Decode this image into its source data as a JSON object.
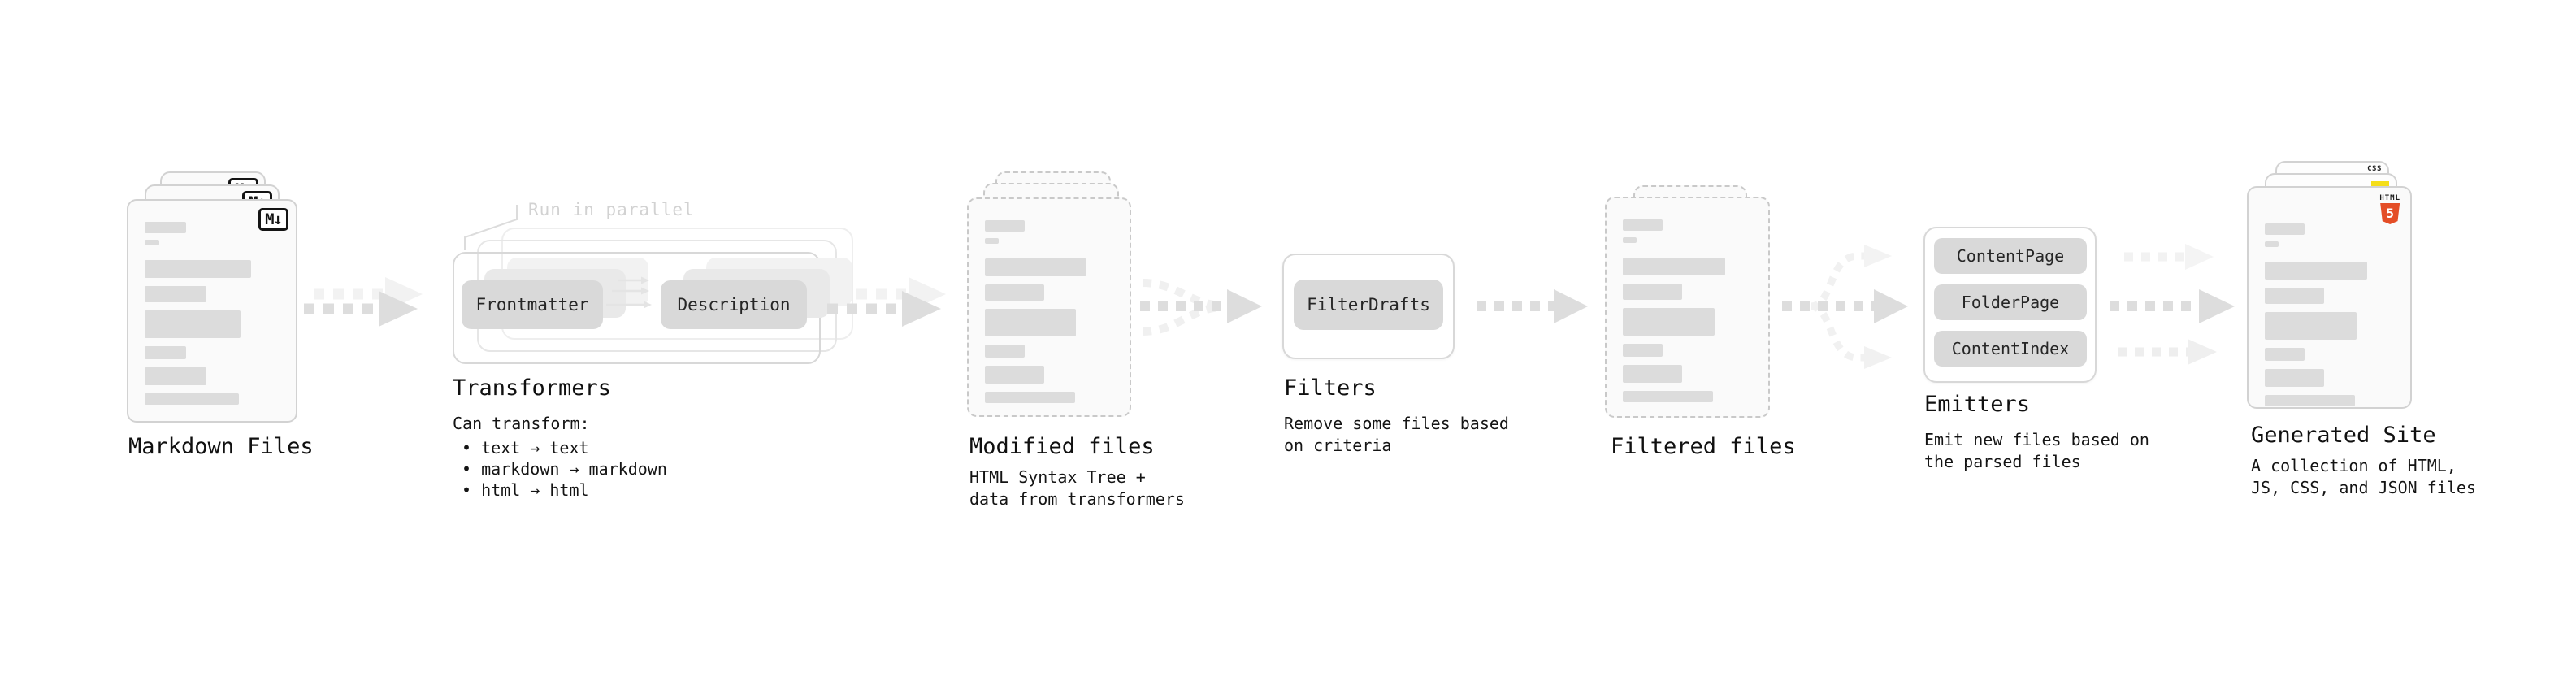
{
  "colors": {
    "card_bg": "#fafafa",
    "card_border": "#d2d2d2",
    "bar_gray": "#dcdcdc",
    "pill_gray": "#d9d9d9",
    "arrow_gray": "#dddddd",
    "arrow_light": "#f2f2f2",
    "annotation_gray": "#d2d2d2",
    "html5_orange": "#e44d26",
    "js_yellow": "#f5de19",
    "css_blue": "#2760e6"
  },
  "stages": {
    "markdown_files": {
      "label": "Markdown Files",
      "file_icon_text": "M↓"
    },
    "transformers": {
      "label": "Transformers",
      "annotation": "Run in parallel",
      "pill_left": "Frontmatter",
      "pill_right": "Description",
      "note_title": "Can transform:",
      "bullets": [
        "• text → text",
        "• markdown → markdown",
        "• html → html"
      ]
    },
    "modified_files": {
      "label": "Modified files",
      "note": "HTML Syntax Tree +\ndata from transformers"
    },
    "filters": {
      "label": "Filters",
      "pill": "FilterDrafts",
      "note": "Remove some files based\non criteria"
    },
    "filtered_files": {
      "label": "Filtered files"
    },
    "emitters": {
      "label": "Emitters",
      "pills": [
        "ContentPage",
        "FolderPage",
        "ContentIndex"
      ],
      "note": "Emit new files based on\nthe parsed files"
    },
    "generated_site": {
      "label": "Generated Site",
      "note": "A collection of HTML,\nJS, CSS, and JSON files",
      "badges": {
        "css": "CSS",
        "html5": {
          "top": "HTML",
          "num": "5"
        }
      }
    }
  },
  "file_card_lines": [
    {
      "w": 31,
      "h": 14
    },
    {
      "w": 11,
      "h": 7,
      "mt": -2
    },
    {
      "w": 79,
      "h": 22,
      "mt": 8
    },
    {
      "w": 46,
      "h": 20
    },
    {
      "w": 71,
      "h": 34
    },
    {
      "w": 31,
      "h": 16
    },
    {
      "w": 46,
      "h": 22
    },
    {
      "w": 70,
      "h": 14
    }
  ]
}
